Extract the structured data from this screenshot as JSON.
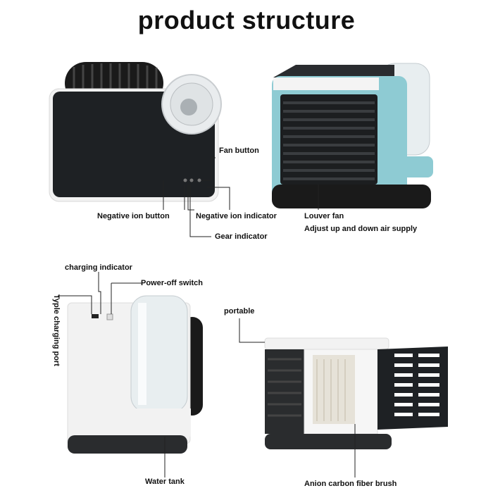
{
  "title": "product structure",
  "labels": {
    "fan_button": "Fan button",
    "negative_ion_button": "Negative ion button",
    "negative_ion_indicator": "Negative ion indicator",
    "gear_indicator": "Gear indicator",
    "louver_fan": "Louver fan",
    "louver_desc": "Adjust up and down air supply",
    "charging_indicator": "charging indicator",
    "power_off_switch": "Power-off switch",
    "charging_port": "Typle charging port",
    "portable": "portable",
    "water_tank": "Water tank",
    "anion_brush": "Anion carbon fiber brush"
  },
  "colors": {
    "body_white": "#f2f2f2",
    "panel_black": "#1e2124",
    "accent_blue": "#8ecbd3",
    "tank_clear": "#e8eef0"
  }
}
